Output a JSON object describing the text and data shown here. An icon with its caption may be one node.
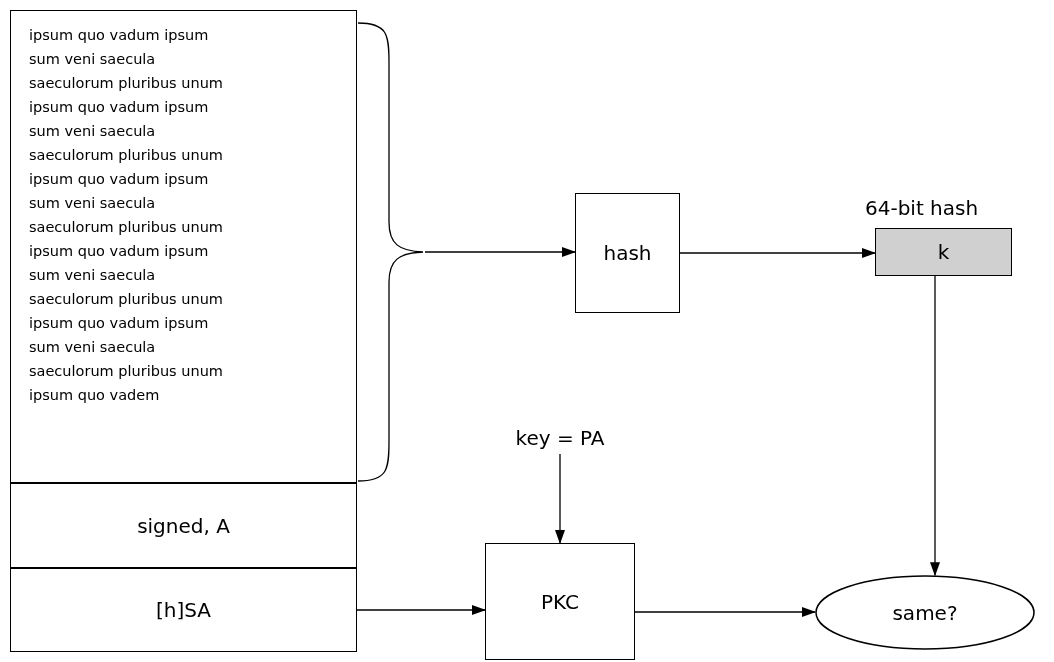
{
  "diagram": {
    "nodes": [
      {
        "text": [
          "ipsum quo vadum ipsum sum veni saecula saeculorum pluribus unum ipsum quo vadum ipsum sum veni saecula saeculorum pluribus unum ipsum quo vadum ipsum sum veni saecula saeculorum pluribus unum ipsum quo vadum ipsum sum veni saecula saeculorum pluribus unum ipsum quo vadum ipsum sum veni saecula saeculorum pluribus unum ipsum quo vadem"
        ]
      },
      {
        "text": [
          "signed, A"
        ]
      },
      {
        "text": [
          "[h]SA"
        ]
      },
      {
        "text": [],
        "shape": "brace"
      },
      {
        "text": [
          "hash"
        ]
      },
      {
        "text": [
          "k"
        ],
        "beside": [
          "64-bit hash"
        ]
      },
      {
        "text": [
          "key = PA"
        ]
      },
      {
        "text": [
          "PKC"
        ]
      },
      {
        "text": [
          "same?"
        ]
      }
    ],
    "edges": [
      {
        "from": 3,
        "to": 4,
        "arrow": "to"
      },
      {
        "from": 4,
        "to": 5,
        "arrow": "to"
      },
      {
        "from": 5,
        "to": 8,
        "arrow": "to"
      },
      {
        "from": 6,
        "to": 7,
        "arrow": "to"
      },
      {
        "from": 2,
        "to": 7,
        "arrow": "to"
      },
      {
        "from": 7,
        "to": 8,
        "arrow": "to"
      }
    ]
  }
}
